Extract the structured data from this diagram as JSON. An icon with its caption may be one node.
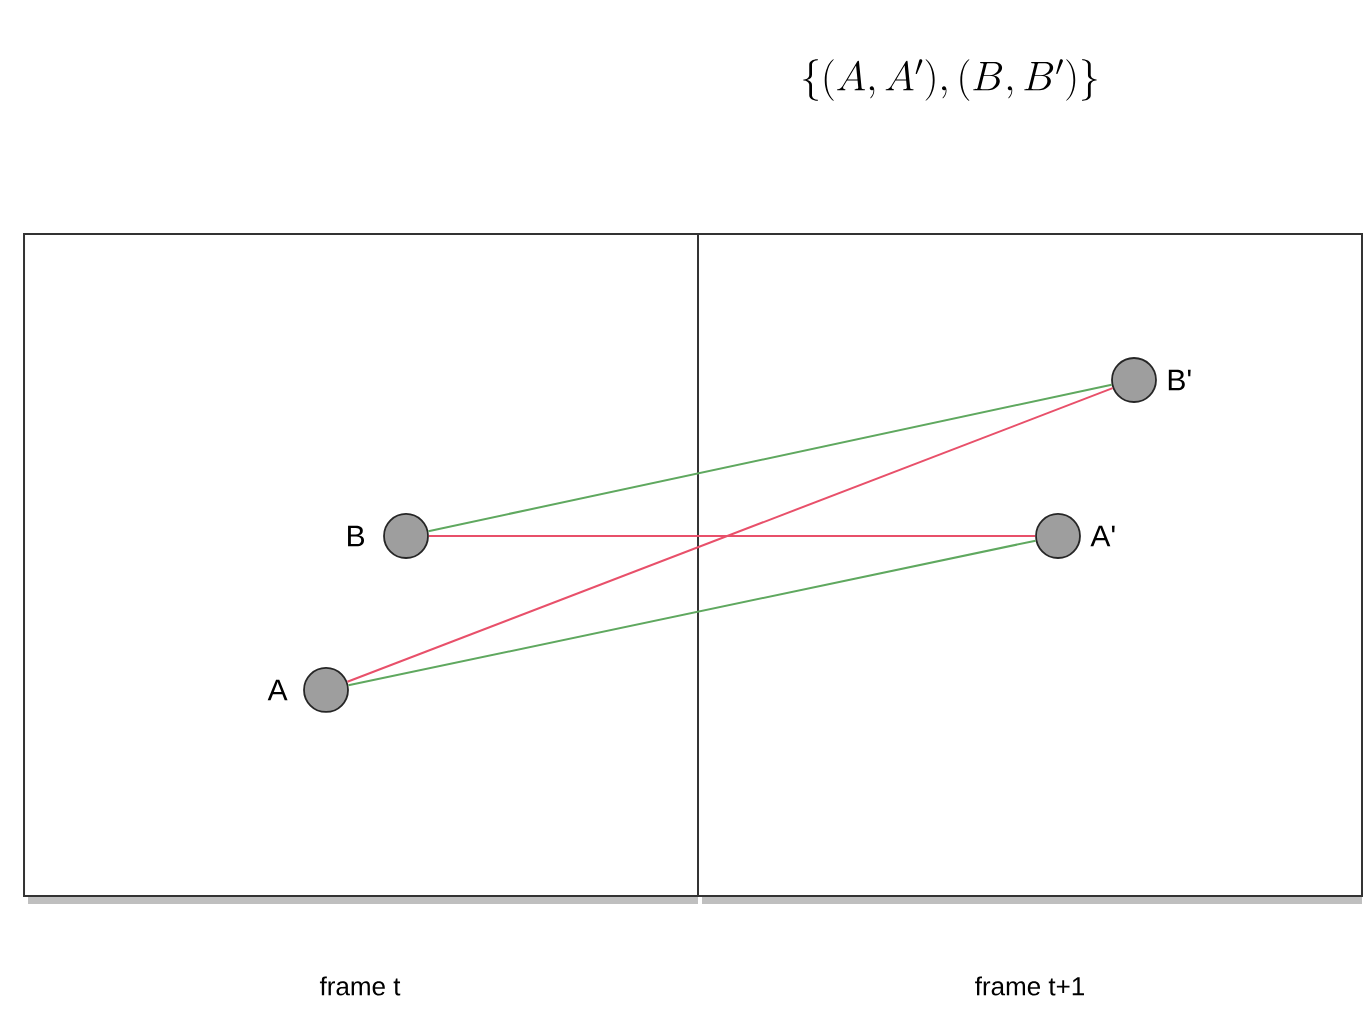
{
  "diagram": {
    "title": "\\{(A,A'),(B,B')\\}",
    "nodes": [
      {
        "text": [],
        "shape": "box",
        "beside": [
          "frame t"
        ]
      },
      {
        "text": [],
        "shape": "box",
        "beside": [
          "frame t+1"
        ]
      },
      {
        "text": [],
        "shape": "circle",
        "beside": [
          "B"
        ],
        "in": 0
      },
      {
        "text": [],
        "shape": "circle",
        "beside": [
          "A"
        ],
        "in": 0
      },
      {
        "text": [],
        "shape": "circle",
        "beside": [
          "B'"
        ],
        "in": 1
      },
      {
        "text": [],
        "shape": "circle",
        "beside": [
          "A'"
        ],
        "in": 1
      }
    ],
    "edges": [
      {
        "from": 2,
        "to": 4,
        "arrow": "none",
        "color": "#5fa85f"
      },
      {
        "from": 3,
        "to": 5,
        "arrow": "none",
        "color": "#5fa85f"
      },
      {
        "from": 2,
        "to": 5,
        "arrow": "none",
        "color": "#e8506a"
      },
      {
        "from": 3,
        "to": 4,
        "arrow": "none",
        "color": "#e8506a"
      }
    ]
  }
}
